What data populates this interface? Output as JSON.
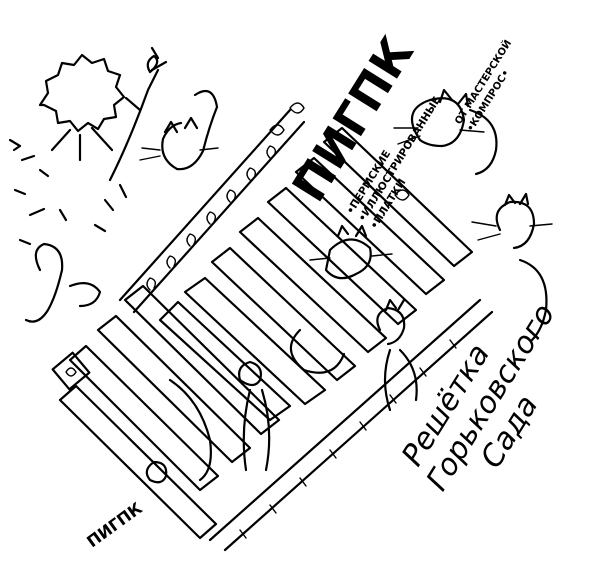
{
  "poster": {
    "logo_text": "ПИГПК",
    "subtitle_lines": [
      "•ПЕРМСКИЕ",
      "•ИЛЛЮСТРИРОВАННЫЕ",
      "•ПЛАТКИ"
    ],
    "credit_lines": [
      "ОТ МАСТЕРСКОЙ",
      "•КОМПРОС•"
    ],
    "title_lines": [
      "Решётка",
      "Горьковского",
      "Сада"
    ],
    "corner_text": "ПИГПК"
  },
  "colors": {
    "ink": "#000000",
    "paper": "#ffffff"
  }
}
